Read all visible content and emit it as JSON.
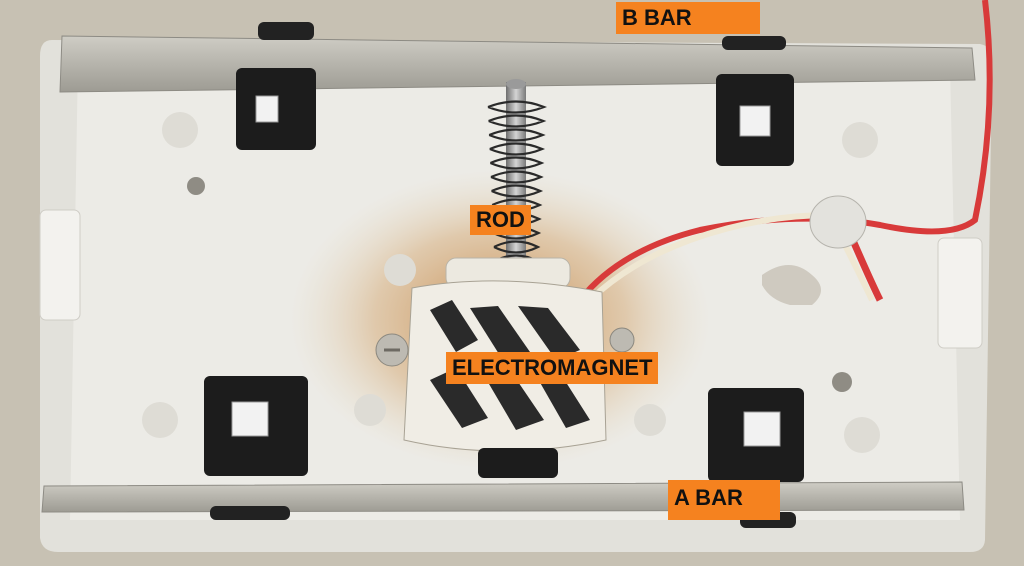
{
  "labels": {
    "b_bar": "B BAR",
    "rod": "ROD",
    "electromagnet": "ELECTROMAGNET",
    "a_bar": "A BAR"
  },
  "colors": {
    "label_bg": "#f5821f",
    "box_white": "#ecebe6",
    "rubber_block": "#1c1c1c",
    "metal_bar": "#b9b7ae",
    "red_wire": "#d83a3a",
    "white_wire": "#efe7d2"
  }
}
